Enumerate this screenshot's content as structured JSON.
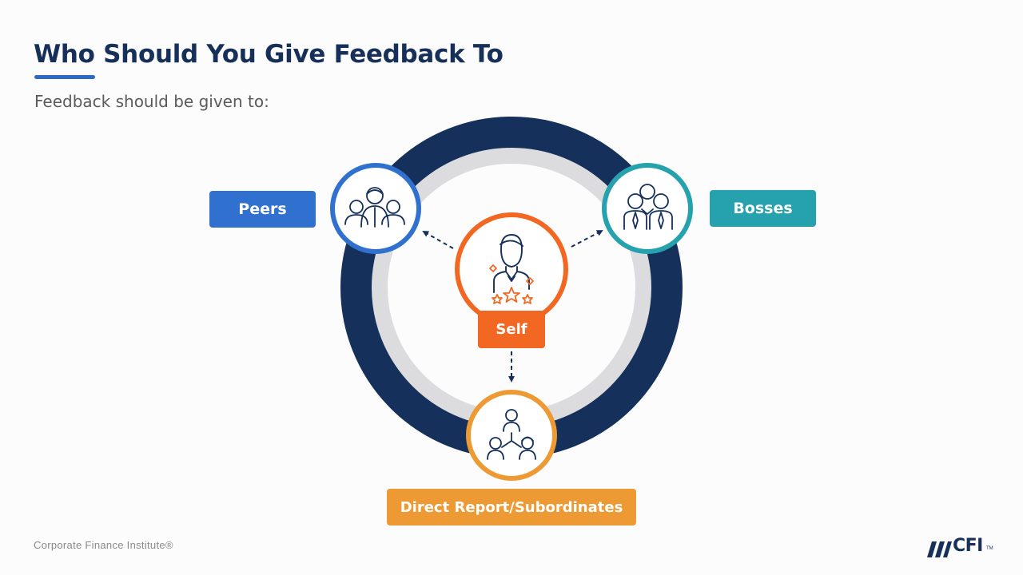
{
  "slide": {
    "title": "Who Should You Give Feedback To",
    "subtitle": "Feedback should be given to:"
  },
  "nodes": {
    "peers": {
      "label": "Peers",
      "icon": "peers-group-icon",
      "color": "#3070cf"
    },
    "bosses": {
      "label": "Bosses",
      "icon": "bosses-group-icon",
      "color": "#25a2ad"
    },
    "self": {
      "label": "Self",
      "icon": "self-person-stars-icon",
      "color": "#f26722"
    },
    "direct": {
      "label": "Direct Report/Subordinates",
      "icon": "hierarchy-team-icon",
      "color": "#ee9a34"
    }
  },
  "colors": {
    "ring_outer": "#15305a",
    "ring_inner": "#dcdcde",
    "title": "#16305a",
    "accent": "#2f6bc4"
  },
  "footer": {
    "credit": "Corporate Finance Institute®",
    "logo_text": "CFI",
    "logo_tm": "TM"
  }
}
